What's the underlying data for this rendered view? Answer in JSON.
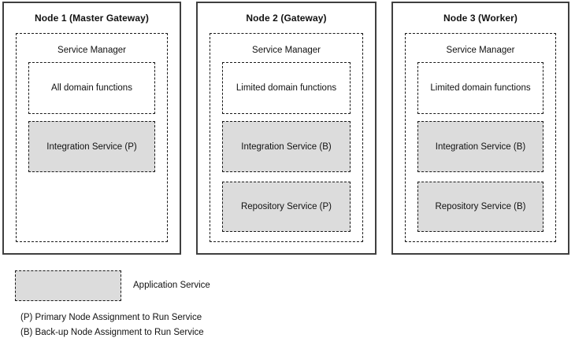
{
  "colors": {
    "background": "#ffffff",
    "node_border": "#3f3f3f",
    "dashed_border": "#1a1a1a",
    "service_fill": "#dcdcdc"
  },
  "nodes": [
    {
      "title": "Node 1 (Master Gateway)",
      "service_manager_label": "Service Manager",
      "domain_functions_label": "All domain functions",
      "services": [
        "Integration Service (P)"
      ]
    },
    {
      "title": "Node 2 (Gateway)",
      "service_manager_label": "Service Manager",
      "domain_functions_label": "Limited domain functions",
      "services": [
        "Integration Service (B)",
        "Repository Service (P)"
      ]
    },
    {
      "title": "Node 3 (Worker)",
      "service_manager_label": "Service Manager",
      "domain_functions_label": "Limited domain functions",
      "services": [
        "Integration Service (B)",
        "Repository Service (B)"
      ]
    }
  ],
  "legend": {
    "swatch_label": "Application Service",
    "notes": [
      "(P) Primary Node Assignment to Run Service",
      "(B) Back-up Node Assignment to Run Service"
    ]
  }
}
